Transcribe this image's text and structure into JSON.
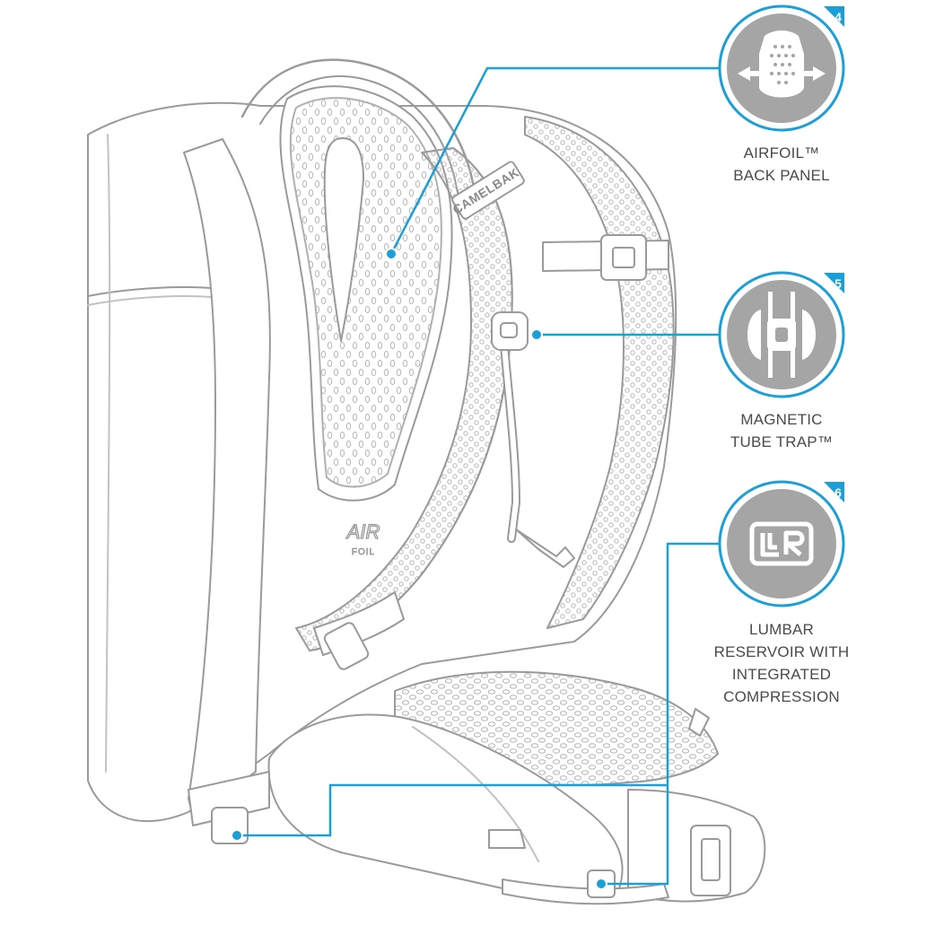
{
  "diagram": {
    "brand_text": "CAMELBAK",
    "back_panel_logo": {
      "main": "AIR",
      "sub": "FOIL"
    },
    "colors": {
      "accent": "#1a9fd6",
      "line": "#9a9a9a",
      "badge_fill": "#a5a5a5",
      "badge_ring": "#1a9fd6",
      "label_text": "#4a4a4a"
    },
    "features": [
      {
        "number": "4",
        "icon": "airfoil-back-panel-icon",
        "label_lines": [
          "AIRFOIL™",
          "BACK PANEL"
        ]
      },
      {
        "number": "5",
        "icon": "magnetic-tube-trap-icon",
        "label_lines": [
          "MAGNETIC",
          "TUBE TRAP™"
        ]
      },
      {
        "number": "6",
        "icon": "lumbar-reservoir-icon",
        "label_lines": [
          "LUMBAR",
          "RESERVOIR WITH",
          "INTEGRATED",
          "COMPRESSION"
        ]
      }
    ]
  }
}
